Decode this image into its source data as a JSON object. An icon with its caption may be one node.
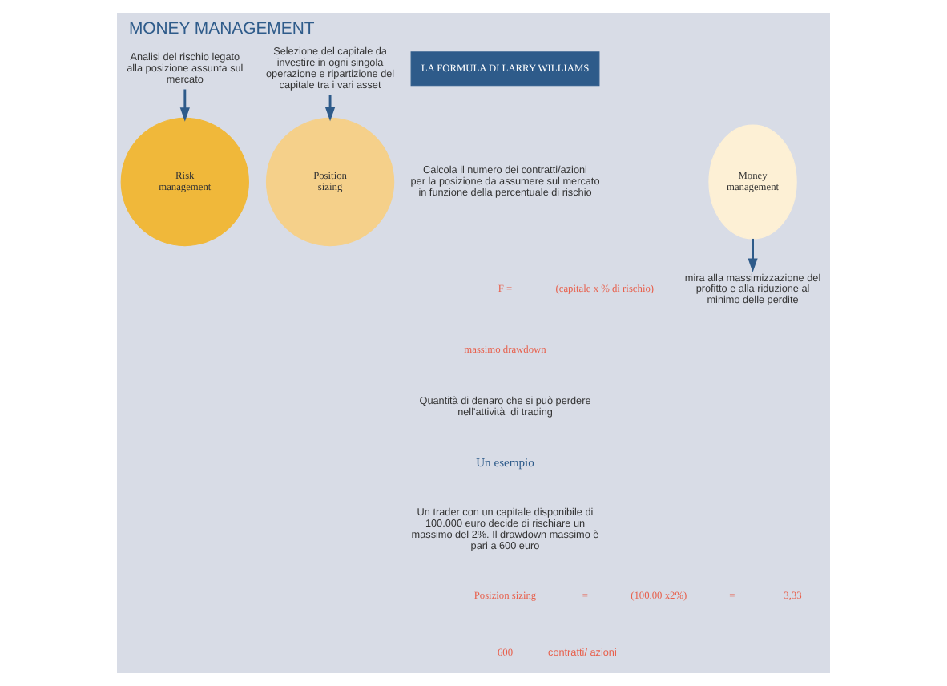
{
  "diagram": {
    "title": "MONEY MANAGEMENT",
    "nodes": [
      {
        "text": [
          "Analisi del rischio legato alla posizione assunta sul mercato"
        ]
      },
      {
        "text": [
          "Selezione del capitale da investire in ogni singola operazione e ripartizione del capitale tra i vari asset"
        ]
      },
      {
        "text": [
          "Risk management"
        ]
      },
      {
        "text": [
          "Money management"
        ]
      },
      {
        "text": [
          "Position sizing"
        ]
      },
      {
        "text": [
          "mira alla massimizzazione del profitto e alla riduzione al minimo delle perdite"
        ]
      },
      {
        "text": [
          "LA FORMULA DI LARRY WILLIAMS"
        ]
      }
    ],
    "edges": [
      {
        "from": 0,
        "to": 2,
        "arrow": "to"
      },
      {
        "from": 1,
        "to": 4,
        "arrow": "to"
      },
      {
        "from": 3,
        "to": 5,
        "arrow": "to"
      }
    ],
    "labels": [
      "Calcola il numero dei contratti/azioni per la posizione da assumere sul mercato in funzione della percentuale di rischio",
      "F =",
      "(capitale x % di rischio)",
      "massimo drawdown",
      "Quantità di denaro che si può perdere nell'attività  di trading",
      "Un esempio",
      "Un trader con un capitale disponibile di 100.000 euro decide di rischiare un massimo del 2%. Il drawdown massimo è pari a 600 euro",
      "Posizion sizing",
      "=",
      "(100.00 x2%)",
      "600",
      "=",
      "3,33",
      "contratti/ azioni"
    ]
  }
}
